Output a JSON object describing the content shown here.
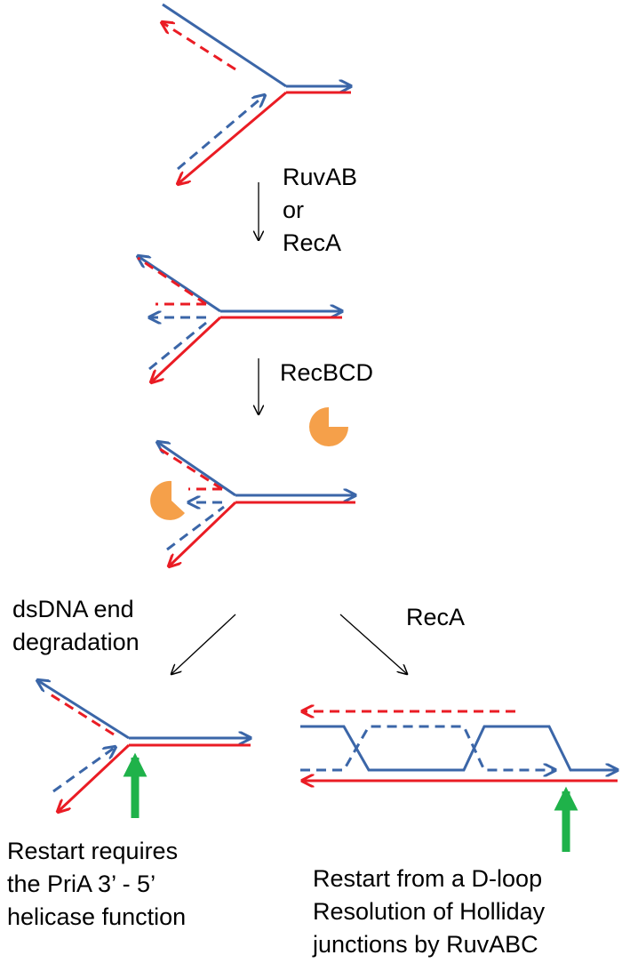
{
  "colors": {
    "template_strand": "#3b66a8",
    "complementary_strand": "#ea1c24",
    "enzyme": "#f5a04a",
    "restart_arrow": "#1fb24a",
    "step_arrow": "#000000"
  },
  "icons": {
    "enzyme": "recbcd-pacman-icon",
    "restart": "green-up-arrow-icon"
  },
  "labels": {
    "step1_line1": "RuvAB",
    "step1_line2": "or",
    "step1_line3": "RecA",
    "step2": "RecBCD",
    "left_path_line1": "dsDNA end",
    "left_path_line2": "degradation",
    "right_path": "RecA",
    "left_outcome_line1": "Restart requires",
    "left_outcome_line2": "the PriA 3’ - 5’",
    "left_outcome_line3": "helicase function",
    "right_outcome_line1": "Restart from a D-loop",
    "right_outcome_line2": "Resolution of Holliday",
    "right_outcome_line3": "junctions by RuvABC"
  }
}
